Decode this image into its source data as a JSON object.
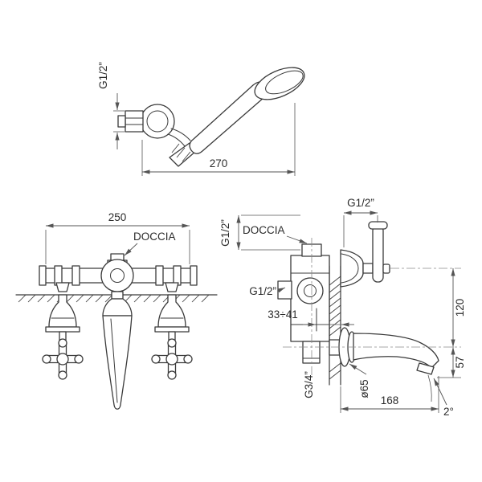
{
  "colors": {
    "ink": "#3a3a3a",
    "background": "#ffffff"
  },
  "drawing": {
    "hand_shower": {
      "thread_label": "G1/2”",
      "dim_width": "270"
    },
    "front_view": {
      "dim_width": "250",
      "shower_label": "DOCCIA"
    },
    "side_view": {
      "thread_top": "G1/2”",
      "shower_label": "DOCCIA",
      "thread_shower_outlet": "G1/2”",
      "thread_inlet": "G1/2”",
      "wall_depth_range": "33÷41",
      "dim_handle_to_spout": "120",
      "dim_spout_drop": "57",
      "thread_bottom_outlet": "G3/4”",
      "flange_diameter": "ø65",
      "dim_spout_length": "168",
      "spout_angle": "2°"
    }
  }
}
